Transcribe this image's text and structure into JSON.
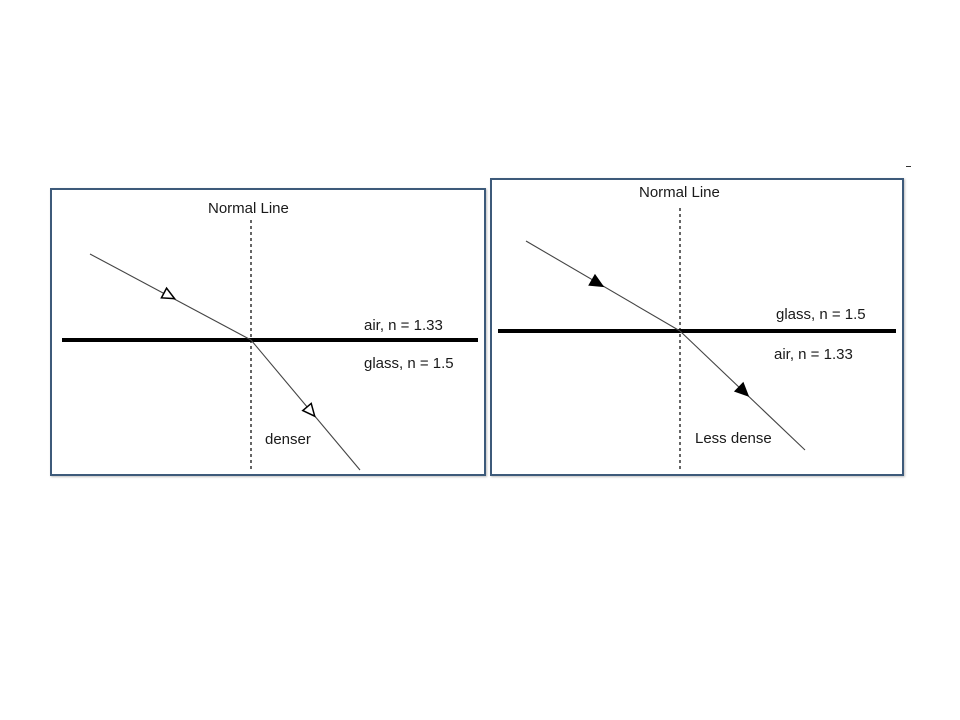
{
  "diagrams": [
    {
      "normal_label": "Normal Line",
      "upper_medium": "air, n = 1.33",
      "lower_medium": "glass, n = 1.5",
      "refracted_label": "denser",
      "arrow_style": "hollow"
    },
    {
      "normal_label": "Normal Line",
      "upper_medium": "glass, n = 1.5",
      "lower_medium": "air, n = 1.33",
      "refracted_label": "Less dense",
      "arrow_style": "filled"
    }
  ],
  "colors": {
    "panel_border": "#3d5a7a",
    "line": "#000000",
    "text": "#1a1a1a"
  }
}
